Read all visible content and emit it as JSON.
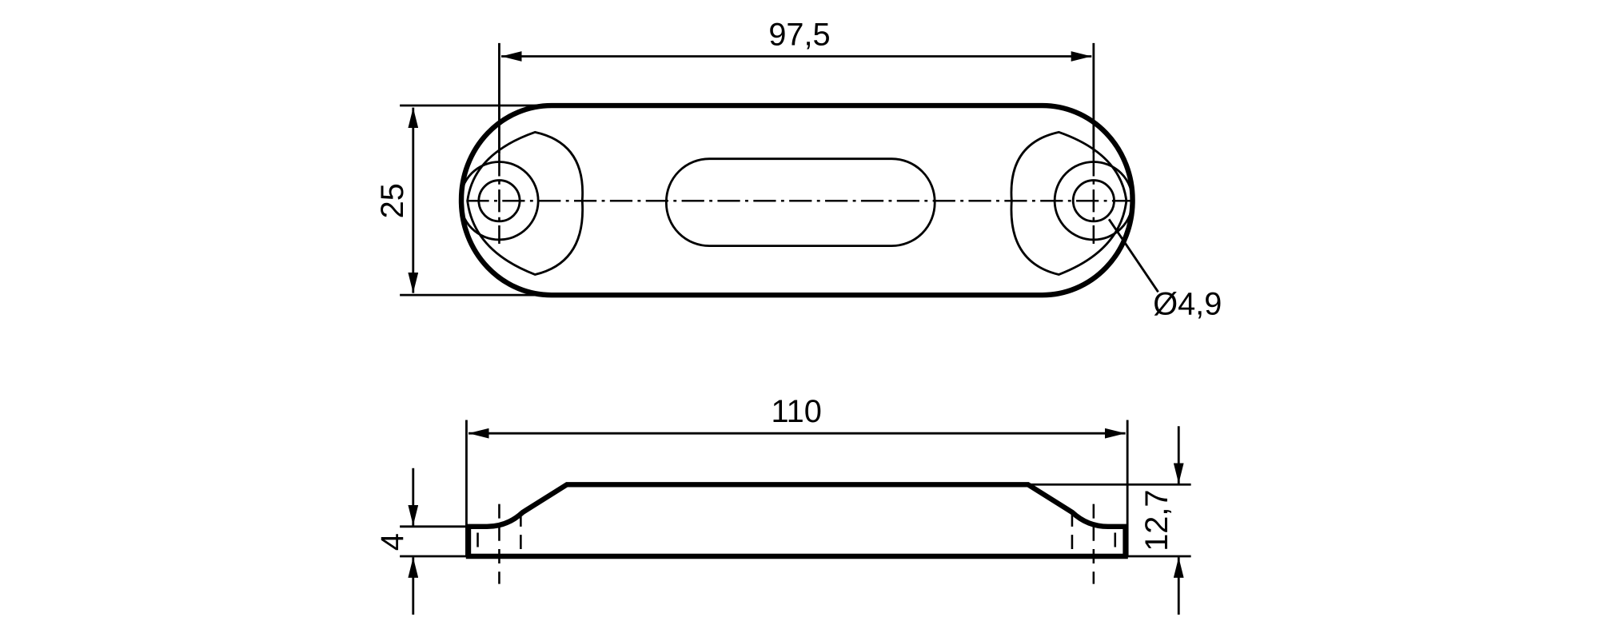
{
  "drawing": {
    "top_view": {
      "dim_hole_spacing": "97,5",
      "dim_width": "25",
      "dim_hole_diameter": "Ø4,9"
    },
    "side_view": {
      "dim_length": "110",
      "dim_base_height": "4",
      "dim_total_height": "12,7"
    },
    "line_color": "#000000"
  }
}
